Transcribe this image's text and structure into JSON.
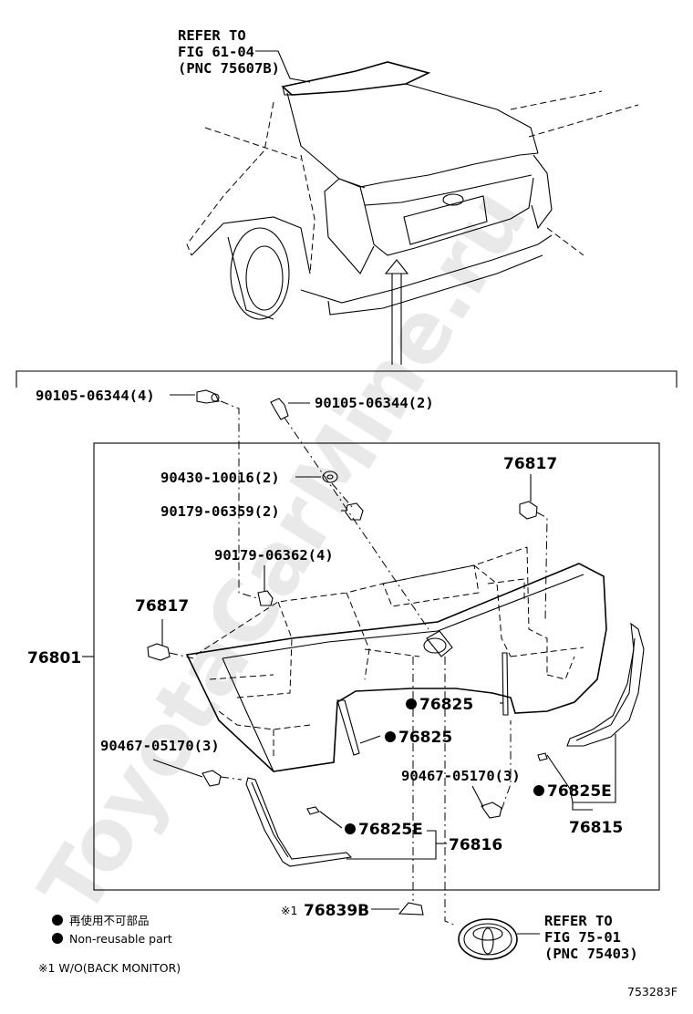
{
  "watermark": "ToyotaCarMine.ru",
  "refer_top": {
    "line1": "REFER TO",
    "line2": "FIG 61-04",
    "line3": "(PNC 75607B)"
  },
  "refer_bottom": {
    "line1": "REFER TO",
    "line2": "FIG 75-01",
    "line3": "(PNC 75403)"
  },
  "parts": {
    "p_90105_left": "90105-06344(4)",
    "p_90105_right": "90105-06344(2)",
    "p_90430": "90430-10016(2)",
    "p_90179_a": "90179-06359(2)",
    "p_90179_b": "90179-06362(4)",
    "p_76817_right": "76817",
    "p_76817_left": "76817",
    "p_76801": "76801",
    "p_76825_a": "76825",
    "p_76825_b": "76825",
    "p_90467_left": "90467-05170(3)",
    "p_90467_right": "90467-05170(3)",
    "p_76825E_right": "76825E",
    "p_76815": "76815",
    "p_76825E_left": "76825E",
    "p_76816": "76816",
    "p_76839B": "76839B",
    "p_76839B_mark": "※1"
  },
  "legend": {
    "jp": "再使用不可部品",
    "en": "Non-reusable part",
    "note": "※1 W/O(BACK MONITOR)"
  },
  "figure_code": "753283F"
}
